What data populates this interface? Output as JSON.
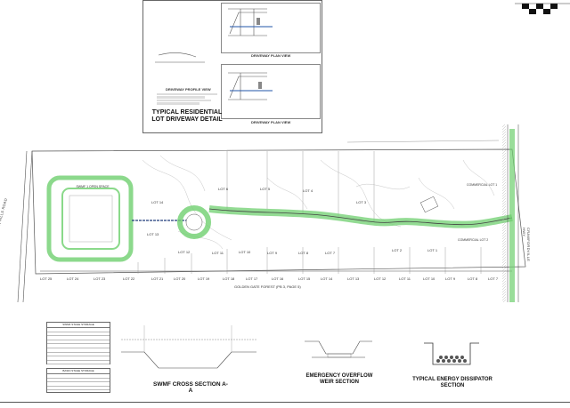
{
  "drawing": {
    "residential_title": "TYPICAL RESIDENTIAL LOT DRIVEWAY DETAIL",
    "driveway_plan_label": "DRIVEWAY PLAN VIEW",
    "driveway_plan_label_2": "DRIVEWAY PLAN VIEW",
    "driveway_profile_label": "DRIVEWAY PROFILE VIEW",
    "weir_title": "EMERGENCY OVERFLOW WEIR SECTION",
    "swmf_title": "SWMF CROSS SECTION A-A",
    "dissipator_title": "TYPICAL ENERGY DISSIPATOR SECTION",
    "road_west": "MISSION HILLS ROAD",
    "road_east": "CRAWFORDVILLE HWY",
    "golden_gate_label": "GOLDEN GATE FOREST (PB 3, PAGE 5)",
    "swmf_label": "SWMF 1 OPEN SPACE",
    "commercial_labels": [
      "COMMERCIAL LOT 1",
      "COMMERCIAL LOT 2"
    ],
    "bottom_lots": [
      "LOT 25",
      "LOT 24",
      "LOT 23",
      "LOT 22",
      "LOT 21",
      "LOT 20",
      "LOT 19",
      "LOT 18",
      "LOT 17",
      "LOT 16",
      "LOT 15",
      "LOT 14",
      "LOT 13",
      "LOT 12",
      "LOT 11",
      "LOT 10",
      "LOT 9",
      "LOT 8",
      "LOT 7"
    ],
    "interior_lots": [
      "LOT 14",
      "LOT 13",
      "LOT 12",
      "LOT 11",
      "LOT 10",
      "LOT 9",
      "LOT 8",
      "LOT 7",
      "LOT 6",
      "LOT 5",
      "LOT 4",
      "LOT 3",
      "LOT 2",
      "LOT 1"
    ],
    "table1_title": "SWMF STAGE STORAGE",
    "table2_title": "BASIN STAGE STORAGE",
    "colors": {
      "green": "#6fcf6f",
      "line": "#444444",
      "grey": "#9a9a9a"
    }
  }
}
